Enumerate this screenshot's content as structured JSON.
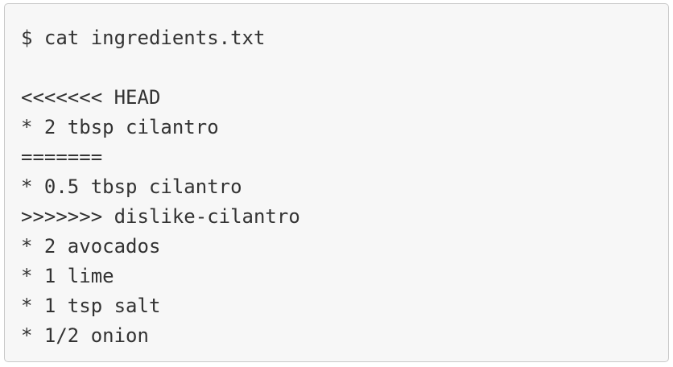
{
  "terminal": {
    "lines": [
      "$ cat ingredients.txt",
      "",
      "<<<<<<< HEAD",
      "* 2 tbsp cilantro",
      "=======",
      "* 0.5 tbsp cilantro",
      ">>>>>>> dislike-cilantro",
      "* 2 avocados",
      "* 1 lime",
      "* 1 tsp salt",
      "* 1/2 onion"
    ]
  }
}
